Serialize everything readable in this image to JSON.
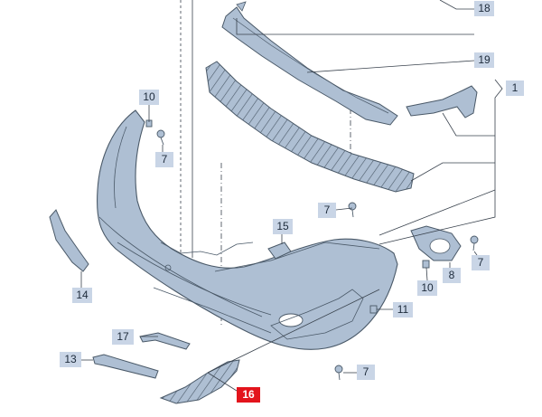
{
  "diagram": {
    "colors": {
      "part_fill": "#aebfd3",
      "part_stroke": "#4a5968",
      "leader": "#39424d",
      "label_bg": "#c9d5e6",
      "highlight": "#e3141c"
    },
    "callouts": [
      {
        "id": "18",
        "text": "18"
      },
      {
        "id": "19",
        "text": "19"
      },
      {
        "id": "1",
        "text": "1"
      },
      {
        "id": "10a",
        "text": "10"
      },
      {
        "id": "7a",
        "text": "7"
      },
      {
        "id": "7b",
        "text": "7"
      },
      {
        "id": "15",
        "text": "15"
      },
      {
        "id": "14",
        "text": "14"
      },
      {
        "id": "8",
        "text": "8"
      },
      {
        "id": "7c",
        "text": "7"
      },
      {
        "id": "10b",
        "text": "10"
      },
      {
        "id": "11",
        "text": "11"
      },
      {
        "id": "17",
        "text": "17"
      },
      {
        "id": "13",
        "text": "13"
      },
      {
        "id": "7d",
        "text": "7"
      },
      {
        "id": "16",
        "text": "16",
        "highlight": true
      }
    ]
  }
}
